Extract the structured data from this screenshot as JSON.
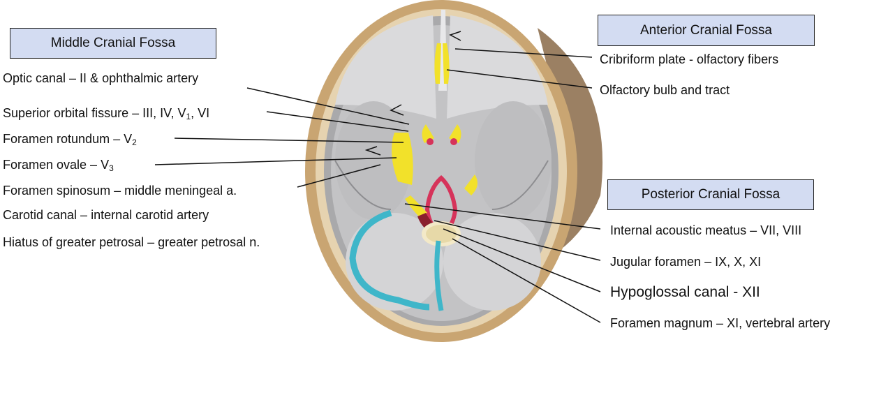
{
  "boxes": {
    "middle": "Middle Cranial Fossa",
    "anterior": "Anterior Cranial Fossa",
    "posterior": "Posterior Cranial Fossa"
  },
  "left_labels": {
    "optic": "Optic canal – II & ophthalmic artery",
    "sof_main": "Superior orbital fissure – III, IV, V",
    "sof_sub": "1",
    "sof_end": ", VI",
    "rotundum_main": "Foramen rotundum – V",
    "rotundum_sub": "2",
    "ovale_main": "Foramen ovale – V",
    "ovale_sub": "3",
    "spinosum": "Foramen spinosum – middle meningeal a.",
    "carotid": "Carotid canal – internal carotid artery",
    "hiatus": "Hiatus of greater petrosal – greater petrosal n."
  },
  "right_labels": {
    "cribriform": "Cribriform plate - olfactory fibers",
    "olfactory": "Olfactory bulb and tract",
    "acoustic": "Internal acoustic meatus – VII, VIII",
    "jugular": "Jugular foramen – IX, X, XI",
    "hypoglossal": "Hypoglossal canal - XII",
    "magnum": "Foramen magnum – XI, vertebral artery"
  },
  "colors": {
    "box_fill": "#d3dcf2",
    "nerve_yellow": "#f2e12a",
    "vessel_red": "#d6335a",
    "sinus_cyan": "#3fb6c9",
    "bone_outer": "#c9a572",
    "fossa_gray": "#bdbdbf"
  }
}
